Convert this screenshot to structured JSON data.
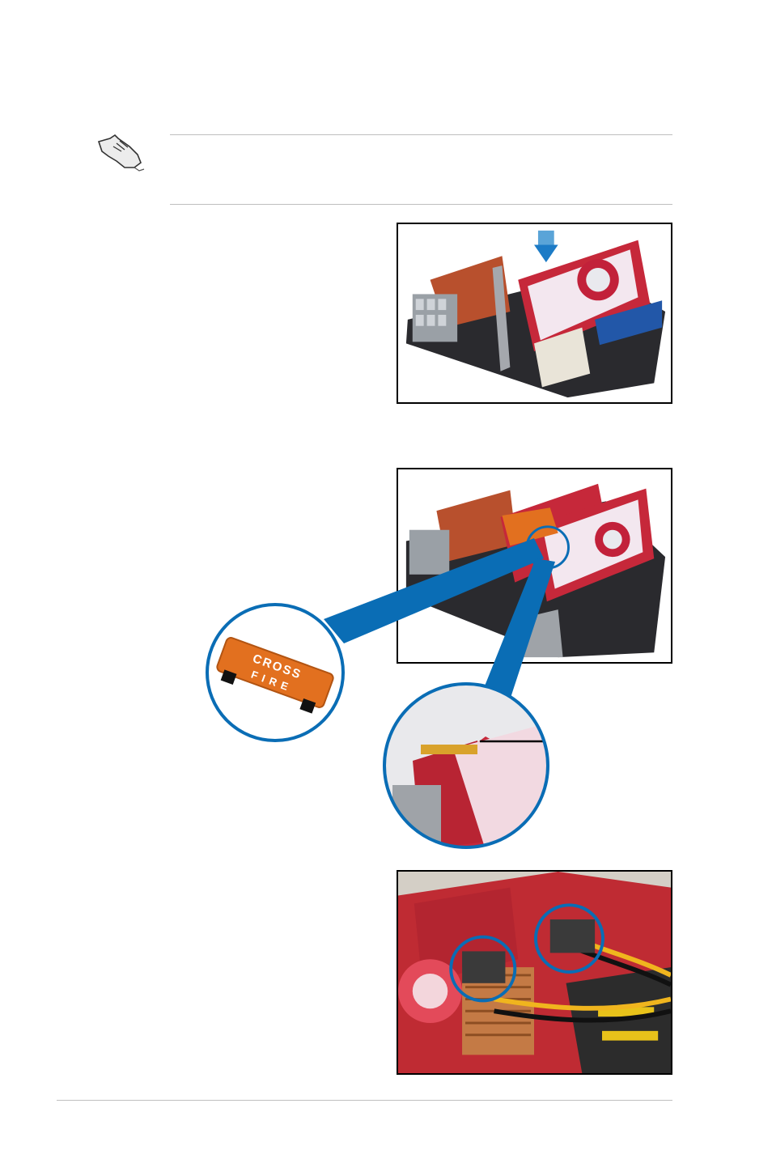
{
  "page": {
    "note_icon": "pointing-hand-icon",
    "accent_color": "#0a6db5",
    "figures": [
      {
        "name": "graphics-card-insert-figure",
        "icon": "down-arrow-icon"
      },
      {
        "name": "crossfire-bridge-figure",
        "icon": "crossfire-bridge-icon"
      },
      {
        "name": "power-connector-figure",
        "icon": "power-connector-icon"
      }
    ],
    "bridge_label_top": "CROSS",
    "bridge_label_bottom": "FIRE"
  }
}
